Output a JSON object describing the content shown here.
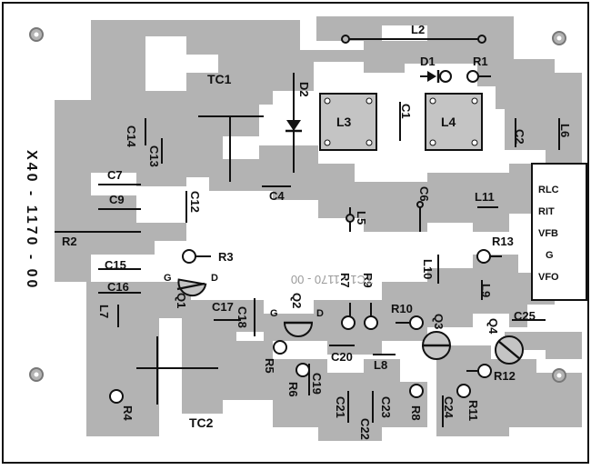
{
  "board_id": "X40 - 1170 - 00",
  "mirror_text": "TC1 - 1170 - 00",
  "labels": {
    "L2": "L2",
    "D1": "D1",
    "R1": "R1",
    "TC1": "TC1",
    "D2": "D2",
    "L3": "L3",
    "C1": "C1",
    "L4": "L4",
    "C2": "C2",
    "L6": "L6",
    "C14": "C14",
    "C13": "C13",
    "C7": "C7",
    "C9": "C9",
    "C12": "C12",
    "C4": "C4",
    "C6": "C6",
    "L11": "L11",
    "L5": "L5",
    "R2": "R2",
    "R3": "R3",
    "C15": "C15",
    "C16": "C16",
    "Q1": "Q1",
    "G1": "G",
    "D_Q1": "D",
    "L7": "L7",
    "C17": "C17",
    "C18": "C18",
    "G2": "G",
    "Q2": "Q2",
    "D_Q2": "D",
    "R7": "R7",
    "R9": "R9",
    "R10": "R10",
    "Q3": "Q3",
    "Q4": "Q4",
    "R13": "R13",
    "L10": "L10",
    "L9": "L9",
    "C25": "C25",
    "R5": "R5",
    "R6": "R6",
    "C19": "C19",
    "C20": "C20",
    "L8": "L8",
    "R12": "R12",
    "C21": "C21",
    "C23": "C23",
    "C22": "C22",
    "R8": "R8",
    "C24": "C24",
    "R11": "R11",
    "R4": "R4",
    "TC2": "TC2"
  },
  "connector": [
    "RLC",
    "RIT",
    "VFB",
    "G",
    "VFO"
  ]
}
